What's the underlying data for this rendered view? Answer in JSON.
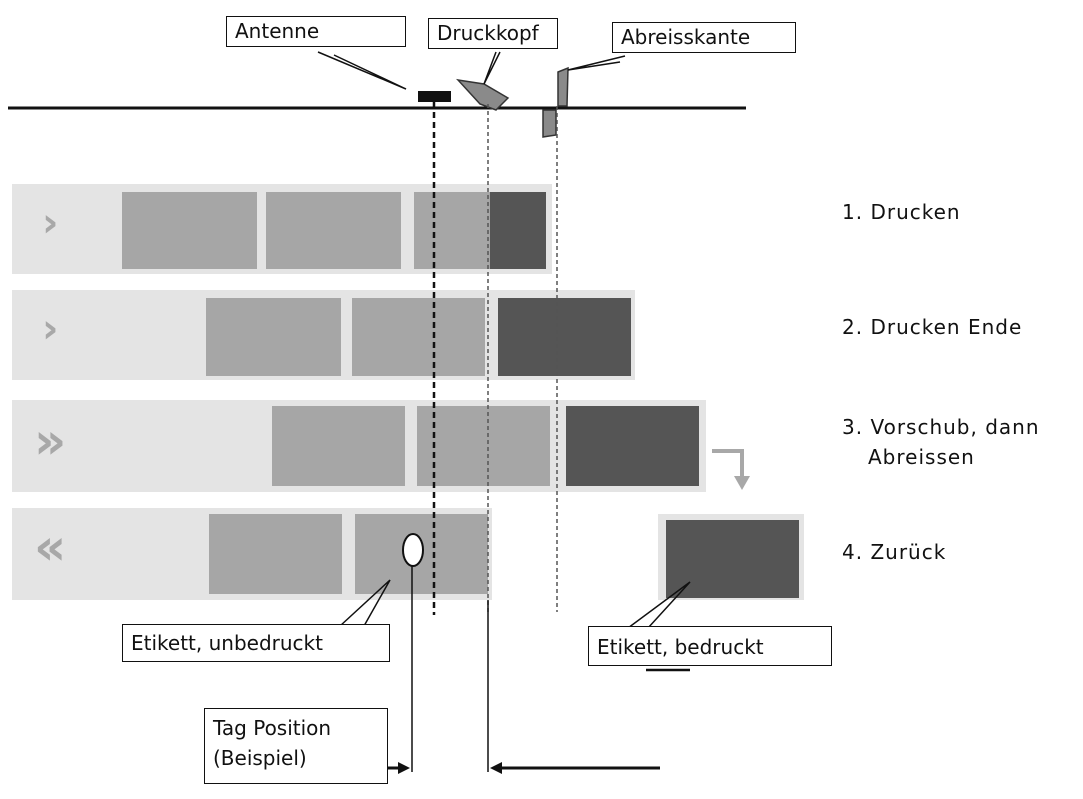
{
  "components": {
    "antenna": "Antenne",
    "printhead": "Druckkopf",
    "tear_edge": "Abreisskante"
  },
  "steps": [
    {
      "number": "1.",
      "label": "Drucken",
      "direction": "›"
    },
    {
      "number": "2.",
      "label": "Drucken Ende",
      "direction": "›"
    },
    {
      "number": "3.",
      "label": "Vorschub, dann",
      "label2": "Abreissen",
      "direction": "»"
    },
    {
      "number": "4.",
      "label": "Zurück",
      "direction": "«"
    }
  ],
  "callouts": {
    "unprinted": "Etikett, unbedruckt",
    "printed": "Etikett, bedruckt",
    "tag_line1": "Tag Position",
    "tag_line2": "(Beispiel)"
  },
  "colors": {
    "track": "#e4e4e4",
    "label_blank": "#a6a6a6",
    "label_printed": "#555555",
    "arrow": "#a8a8a8"
  }
}
